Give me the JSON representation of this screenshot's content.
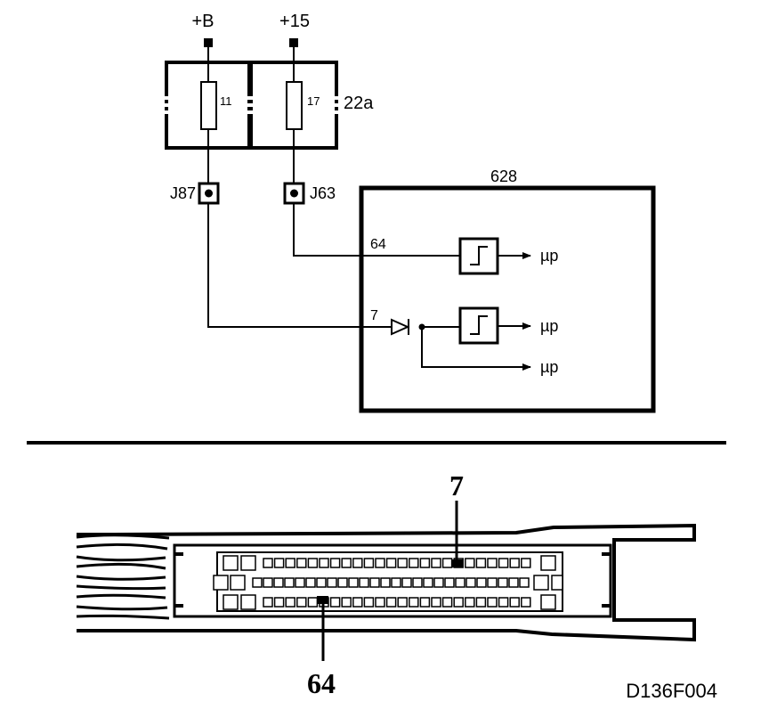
{
  "supply": {
    "plus_b": "+B",
    "plus_15": "+15"
  },
  "fuse_box": {
    "fuse_a": "11",
    "fuse_b": "17",
    "box_ref": "22a"
  },
  "connectors": {
    "j87": "J87",
    "j63": "J63"
  },
  "ecu": {
    "id": "628",
    "pin_64": "64",
    "pin_7": "7",
    "output_1": "µp",
    "output_2": "µp",
    "output_3": "µp"
  },
  "connector_view": {
    "callout_top": "7",
    "callout_bottom": "64"
  },
  "figure_code": "D136F004"
}
